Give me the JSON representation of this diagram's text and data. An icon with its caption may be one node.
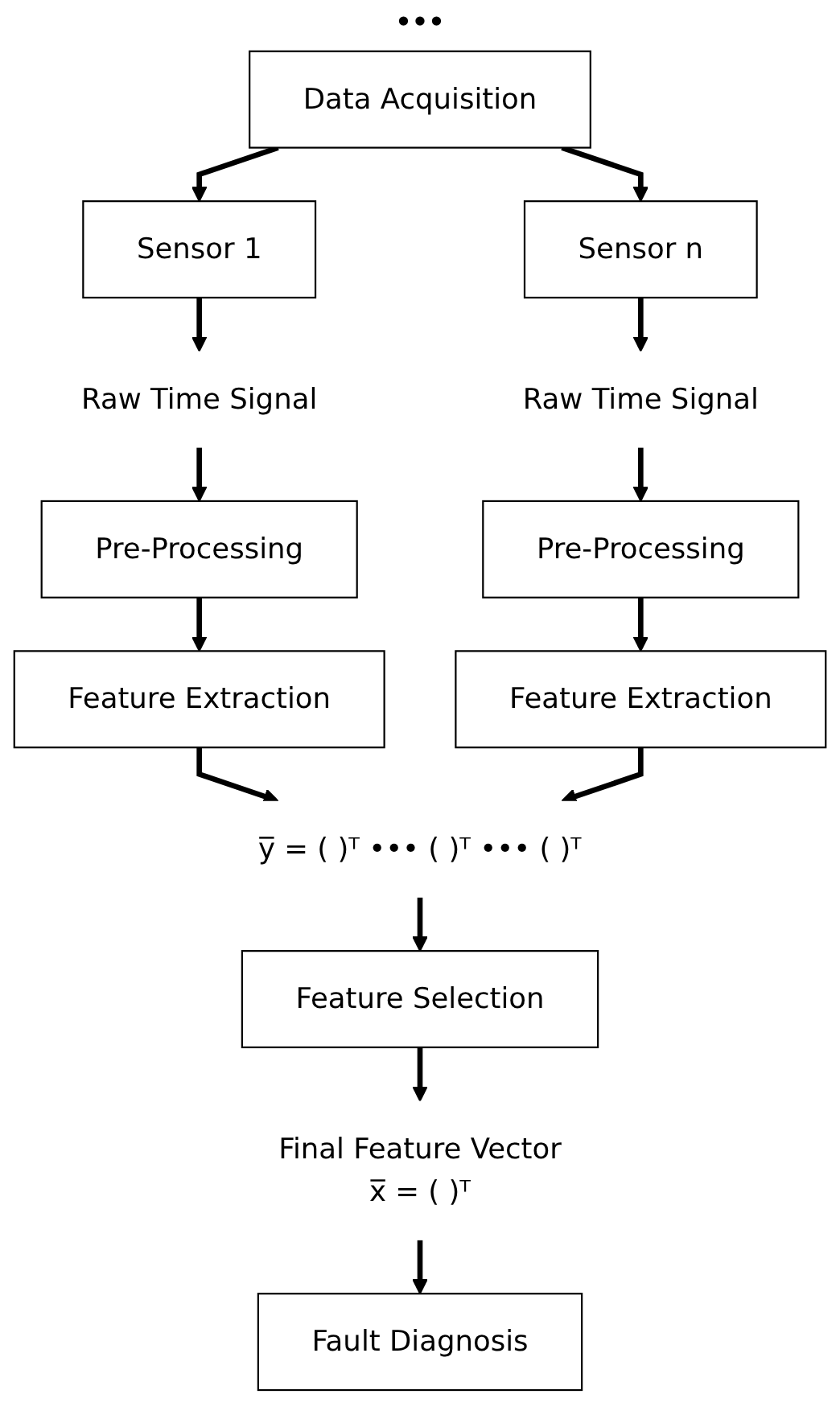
{
  "diagram": {
    "nodes": [
      {
        "text": [
          "Data Acquisition"
        ]
      },
      {
        "text": [
          "Sensor 1"
        ]
      },
      {
        "text": [
          "Sensor n"
        ]
      },
      {
        "text": [
          "Raw Time Signal"
        ]
      },
      {
        "text": [
          "Raw Time Signal"
        ]
      },
      {
        "text": [
          "Pre-Processing"
        ]
      },
      {
        "text": [
          "Pre-Processing"
        ]
      },
      {
        "text": [
          "Feature Extraction"
        ]
      },
      {
        "text": [
          "Feature Extraction"
        ]
      },
      {
        "text": [
          "y̅ = ( )ᵀ ••• ( )ᵀ ••• ( )ᵀ"
        ]
      },
      {
        "text": [
          "Feature Selection"
        ]
      },
      {
        "text": [
          "Final Feature Vector",
          "x̅ = ( )ᵀ"
        ]
      },
      {
        "text": [
          "Fault Diagnosis"
        ]
      }
    ],
    "edges": [
      {
        "from": 0,
        "to": 1,
        "arrow": "to"
      },
      {
        "from": 0,
        "to": 2,
        "arrow": "to"
      },
      {
        "from": 1,
        "to": 3,
        "arrow": "to"
      },
      {
        "from": 2,
        "to": 4,
        "arrow": "to"
      },
      {
        "from": 3,
        "to": 5,
        "arrow": "to"
      },
      {
        "from": 4,
        "to": 6,
        "arrow": "to"
      },
      {
        "from": 5,
        "to": 7,
        "arrow": "to"
      },
      {
        "from": 6,
        "to": 8,
        "arrow": "to"
      },
      {
        "from": 7,
        "to": 9,
        "arrow": "to"
      },
      {
        "from": 8,
        "to": 9,
        "arrow": "to"
      },
      {
        "from": 9,
        "to": 10,
        "arrow": "to"
      },
      {
        "from": 10,
        "to": 11,
        "arrow": "to"
      },
      {
        "from": 11,
        "to": 12,
        "arrow": "to"
      }
    ],
    "labels": [
      "•••"
    ]
  }
}
